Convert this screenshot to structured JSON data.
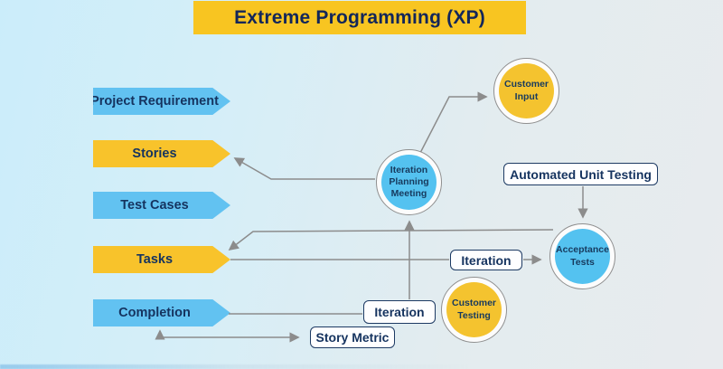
{
  "title": "Extreme Programming (XP)",
  "colors": {
    "background_left": "#cbedfa",
    "background_right": "#e8ebee",
    "banner_yellow": "#f8c521",
    "navy_text": "#15335f",
    "stage_blue": "#62c2f1",
    "stage_yellow": "#f8c32b",
    "circle_blue": "#54c2f0",
    "circle_yellow": "#f4c32f",
    "circle_ring_border": "#8f8f8f",
    "box_border_navy": "#1d3a63",
    "connector_gray": "#8c8c8c"
  },
  "stages": [
    {
      "label": "Project Requirement",
      "color": "blue"
    },
    {
      "label": "Stories",
      "color": "yellow"
    },
    {
      "label": "Test Cases",
      "color": "blue"
    },
    {
      "label": "Tasks",
      "color": "yellow"
    },
    {
      "label": "Completion",
      "color": "blue"
    }
  ],
  "nodes": [
    {
      "label": "Customer Input",
      "color": "yellow"
    },
    {
      "label": "Iteration Planning Meeting",
      "color": "blue"
    },
    {
      "label": "Acceptance Tests",
      "color": "blue"
    },
    {
      "label": "Customer Testing",
      "color": "yellow"
    }
  ],
  "boxes": [
    {
      "label": "Automated Unit Testing"
    },
    {
      "label": "Iteration"
    },
    {
      "label": "Iteration"
    },
    {
      "label": "Story Metric"
    }
  ],
  "connections": [
    {
      "from": "Iteration Planning Meeting",
      "to": "Customer Input"
    },
    {
      "from": "Iteration Planning Meeting",
      "to": "Stories"
    },
    {
      "from": "Acceptance Tests",
      "to": "Tasks"
    },
    {
      "from": "Tasks",
      "to": "Iteration (right)"
    },
    {
      "from": "Iteration (right)",
      "to": "Acceptance Tests"
    },
    {
      "from": "Automated Unit Testing",
      "to": "Acceptance Tests"
    },
    {
      "from": "Iteration (lower)",
      "to": "Iteration Planning Meeting"
    },
    {
      "from": "Completion",
      "to": "Iteration (lower)"
    },
    {
      "from": "Completion",
      "to": "Story Metric"
    },
    {
      "from": "Story Metric line",
      "to": "Completion"
    }
  ]
}
